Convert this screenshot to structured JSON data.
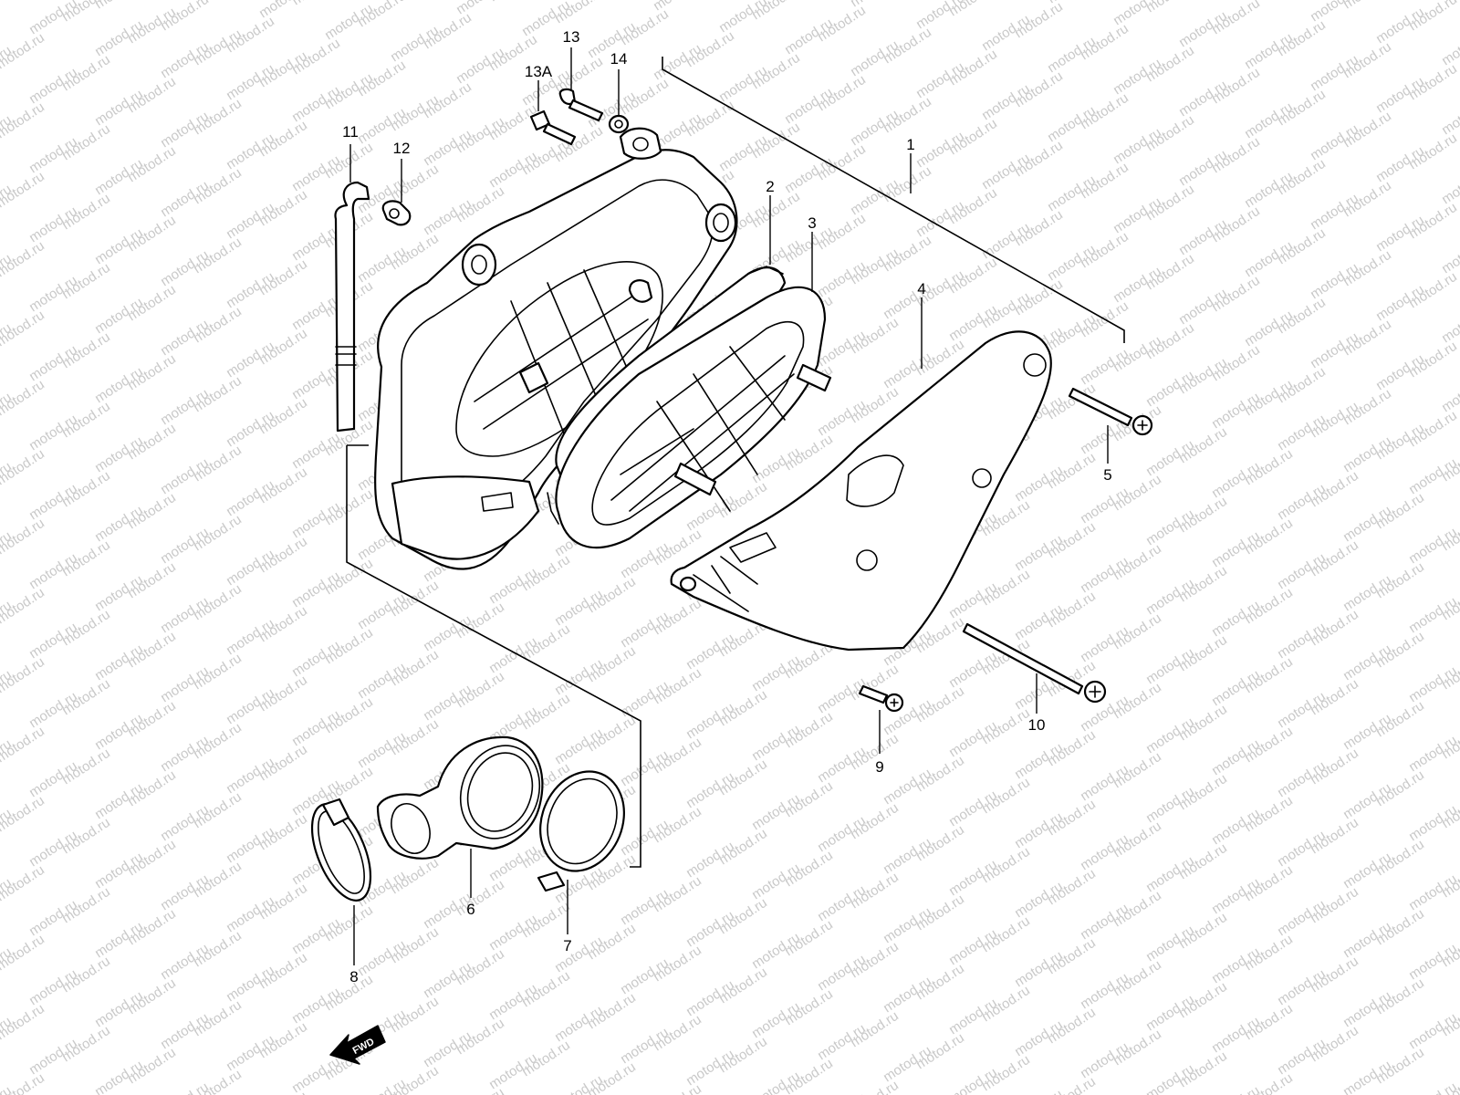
{
  "diagram": {
    "watermark_text": "motod.ru",
    "callouts": [
      {
        "id": "1",
        "label": "1"
      },
      {
        "id": "2",
        "label": "2"
      },
      {
        "id": "3",
        "label": "3"
      },
      {
        "id": "4",
        "label": "4"
      },
      {
        "id": "5",
        "label": "5"
      },
      {
        "id": "6",
        "label": "6"
      },
      {
        "id": "7",
        "label": "7"
      },
      {
        "id": "8",
        "label": "8"
      },
      {
        "id": "9",
        "label": "9"
      },
      {
        "id": "10",
        "label": "10"
      },
      {
        "id": "11",
        "label": "11"
      },
      {
        "id": "12",
        "label": "12"
      },
      {
        "id": "13",
        "label": "13"
      },
      {
        "id": "13A",
        "label": "13A"
      },
      {
        "id": "14",
        "label": "14"
      }
    ],
    "direction_indicator": {
      "label": "FWD",
      "icon": "fwd-arrow-icon"
    },
    "colors": {
      "line": "#000000",
      "background": "#ffffff",
      "watermark": "#c9c9c9"
    }
  }
}
